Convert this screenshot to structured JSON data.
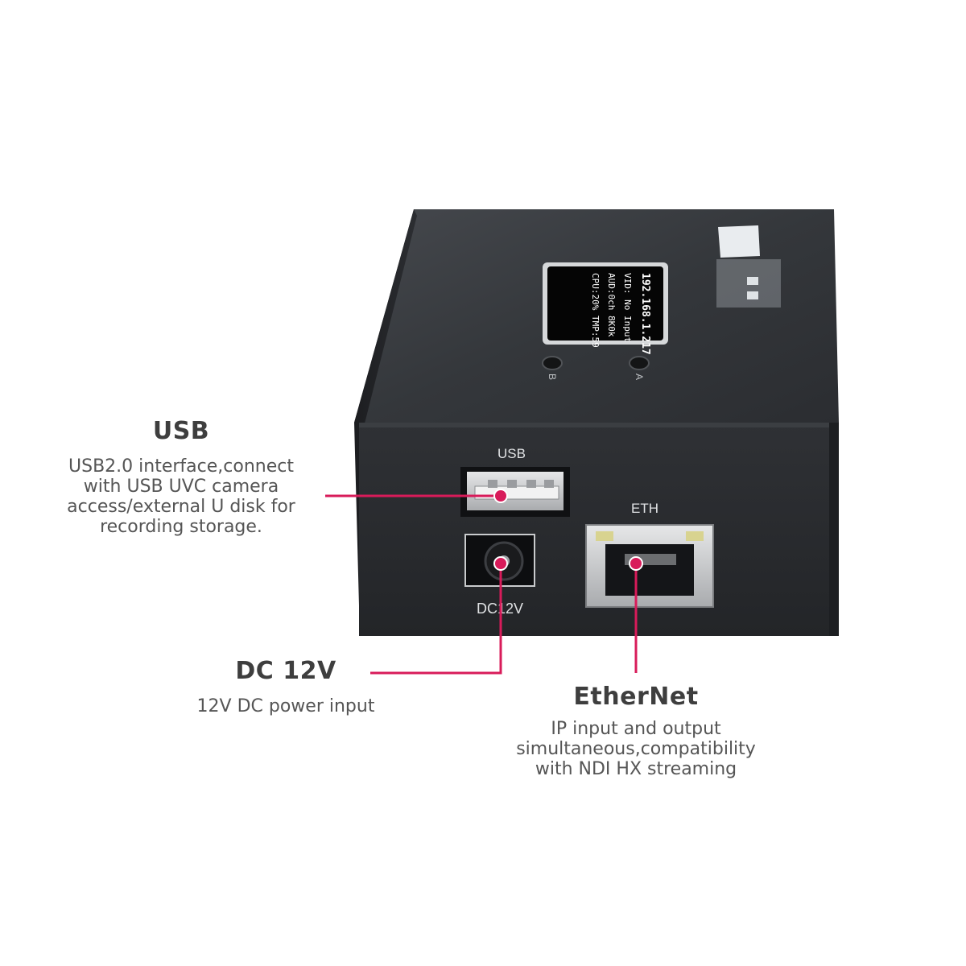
{
  "device": {
    "oled_lines": [
      "192.168.1.217",
      "VID: No Input",
      "AUD:0ch  8K0k",
      "CPU:20%   TMP:59"
    ],
    "button_b": "B",
    "button_a": "A",
    "usb_port_label": "USB",
    "eth_port_label": "ETH",
    "dc_port_label": "DC12V"
  },
  "callouts": {
    "usb": {
      "title": "USB",
      "lines": [
        "USB2.0 interface,connect",
        "with USB UVC camera",
        "access/external U disk for",
        "recording storage."
      ]
    },
    "dc": {
      "title": "DC 12V",
      "lines": [
        "12V DC power input"
      ]
    },
    "ethernet": {
      "title": "EtherNet",
      "lines": [
        "IP input and output",
        "simultaneous,compatibility",
        "with NDI HX streaming"
      ]
    }
  },
  "colors": {
    "leader_line": "#d81b5a",
    "device_body": "#2a2c2f",
    "device_top": "#3a3d41",
    "heading_text": "#3e3e3e",
    "body_text": "#555555"
  }
}
